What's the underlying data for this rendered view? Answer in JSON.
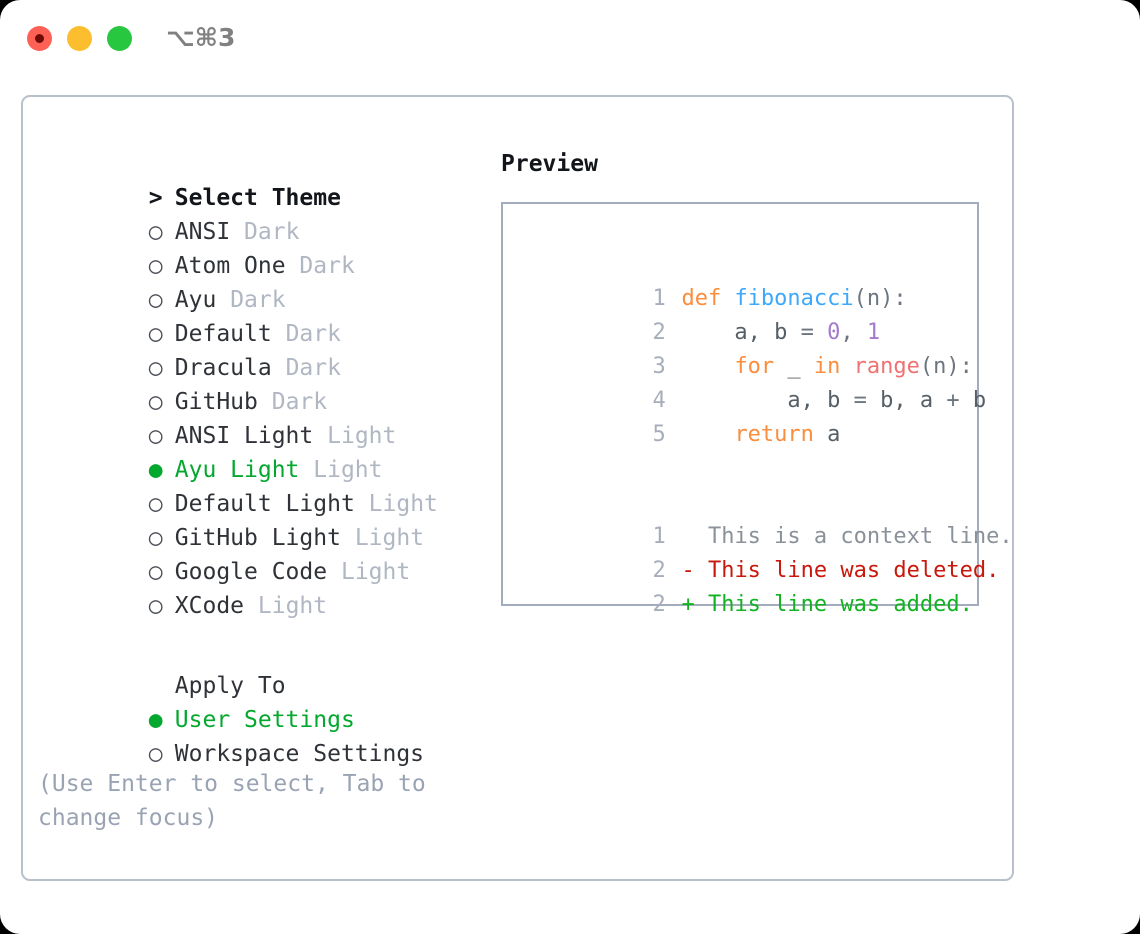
{
  "titlebar": {
    "shortcut": "⌥⌘3",
    "buttons": [
      {
        "name": "close",
        "color": "#fd6155"
      },
      {
        "name": "minimize",
        "color": "#fcbd2e"
      },
      {
        "name": "maximize",
        "color": "#28c740"
      }
    ]
  },
  "theme_picker": {
    "heading_marker": ">",
    "heading": "Select Theme",
    "marker_unselected": "○",
    "marker_selected": "●",
    "items": [
      {
        "label": "ANSI",
        "tag": "Dark",
        "selected": false
      },
      {
        "label": "Atom One",
        "tag": "Dark",
        "selected": false
      },
      {
        "label": "Ayu",
        "tag": "Dark",
        "selected": false
      },
      {
        "label": "Default",
        "tag": "Dark",
        "selected": false
      },
      {
        "label": "Dracula",
        "tag": "Dark",
        "selected": false
      },
      {
        "label": "GitHub",
        "tag": "Dark",
        "selected": false
      },
      {
        "label": "ANSI Light",
        "tag": "Light",
        "selected": false
      },
      {
        "label": "Ayu Light",
        "tag": "Light",
        "selected": true
      },
      {
        "label": "Default Light",
        "tag": "Light",
        "selected": false
      },
      {
        "label": "GitHub Light",
        "tag": "Light",
        "selected": false
      },
      {
        "label": "Google Code",
        "tag": "Light",
        "selected": false
      },
      {
        "label": "XCode",
        "tag": "Light",
        "selected": false
      }
    ]
  },
  "apply_to": {
    "heading": "Apply To",
    "options": [
      {
        "label": "User Settings",
        "selected": true
      },
      {
        "label": "Workspace Settings",
        "selected": false
      }
    ]
  },
  "help": {
    "text": "(Use Enter to select, Tab to change focus)"
  },
  "preview": {
    "title": "Preview",
    "code_lines": [
      {
        "number": "1",
        "tokens": [
          {
            "text": "def ",
            "type": "kw"
          },
          {
            "text": "fibonacci",
            "type": "fn"
          },
          {
            "text": "(n):",
            "type": "punct"
          }
        ]
      },
      {
        "number": "2",
        "tokens": [
          {
            "text": "    a, b ",
            "type": "plain"
          },
          {
            "text": "= ",
            "type": "punct"
          },
          {
            "text": "0",
            "type": "num"
          },
          {
            "text": ", ",
            "type": "punct"
          },
          {
            "text": "1",
            "type": "num"
          }
        ]
      },
      {
        "number": "3",
        "tokens": [
          {
            "text": "    ",
            "type": "plain"
          },
          {
            "text": "for ",
            "type": "kw"
          },
          {
            "text": "_ ",
            "type": "plain"
          },
          {
            "text": "in ",
            "type": "kw"
          },
          {
            "text": "range",
            "type": "builtin"
          },
          {
            "text": "(n):",
            "type": "punct"
          }
        ]
      },
      {
        "number": "4",
        "tokens": [
          {
            "text": "        a, b ",
            "type": "plain"
          },
          {
            "text": "= ",
            "type": "punct"
          },
          {
            "text": "b, a ",
            "type": "plain"
          },
          {
            "text": "+ ",
            "type": "punct"
          },
          {
            "text": "b",
            "type": "plain"
          }
        ]
      },
      {
        "number": "5",
        "tokens": [
          {
            "text": "    ",
            "type": "plain"
          },
          {
            "text": "return ",
            "type": "kw"
          },
          {
            "text": "a",
            "type": "plain"
          }
        ]
      }
    ],
    "diff_lines": [
      {
        "number": "1",
        "sign": " ",
        "text": " This is a context line.",
        "type": "context"
      },
      {
        "number": "2",
        "sign": "-",
        "text": " This line was deleted.",
        "type": "deleted"
      },
      {
        "number": "2",
        "sign": "+",
        "text": " This line was added.",
        "type": "added"
      }
    ]
  },
  "colors": {
    "accent_green": "#05a82f",
    "keyword": "#fa8d3e",
    "function": "#3ea8fa",
    "builtin": "#f07171",
    "number": "#a37acc",
    "diff_deleted": "#c9180c",
    "diff_added": "#12b321",
    "muted": "#b0b7c3",
    "border": "#b9c0cb"
  }
}
